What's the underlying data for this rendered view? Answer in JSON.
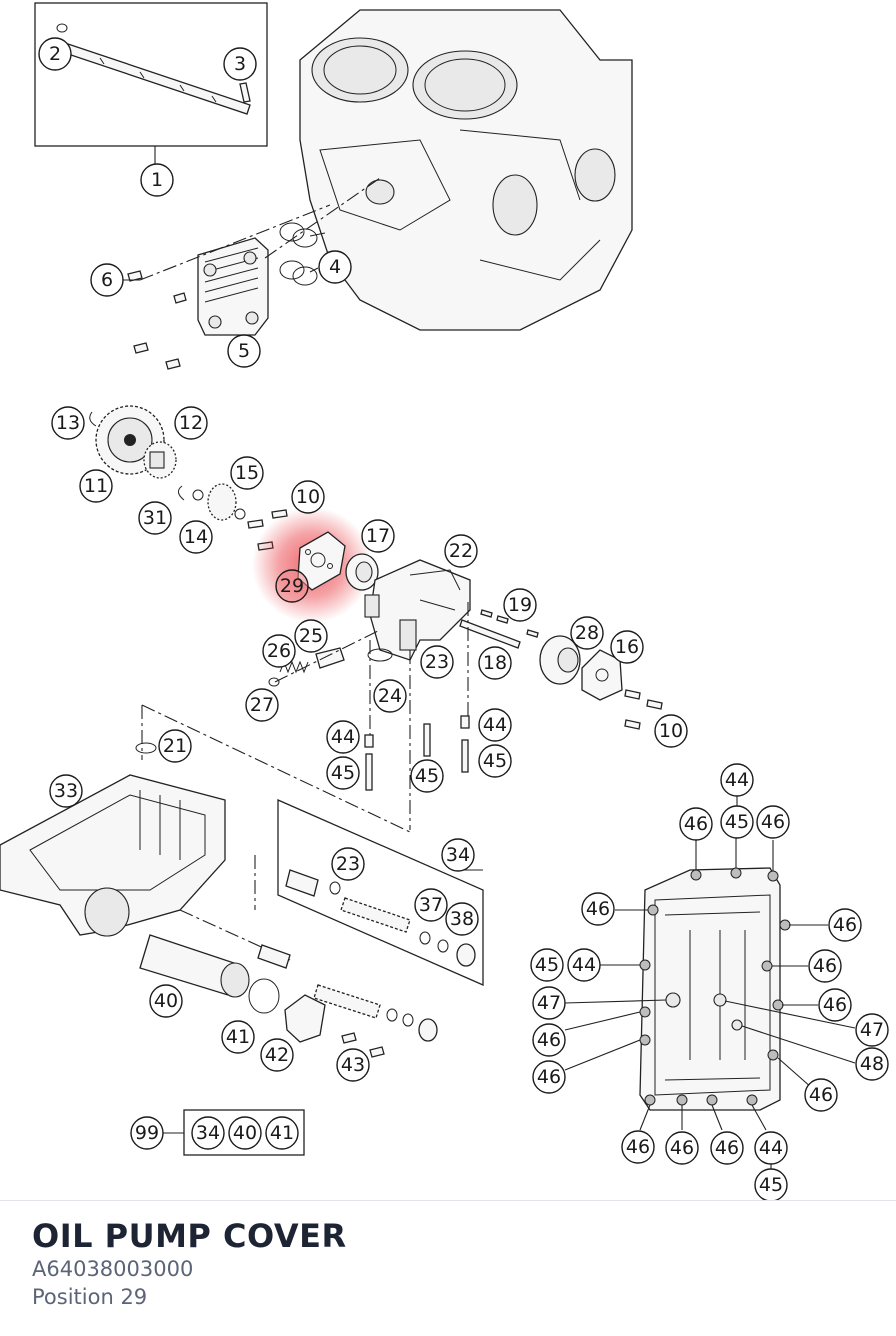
{
  "diagram": {
    "callouts_top": [
      "1",
      "2",
      "3",
      "4",
      "5",
      "6"
    ],
    "callouts_pump": [
      "13",
      "12",
      "11",
      "15",
      "31",
      "14",
      "10",
      "17",
      "22",
      "29",
      "25",
      "26",
      "27",
      "19",
      "28",
      "16",
      "18",
      "23",
      "24",
      "10",
      "44",
      "45",
      "45",
      "44",
      "45",
      "21"
    ],
    "callouts_pan": [
      "33",
      "23",
      "34",
      "37",
      "38",
      "40",
      "41",
      "42",
      "43"
    ],
    "callouts_sump": [
      "44",
      "46",
      "45",
      "46",
      "46",
      "46",
      "45",
      "44",
      "46",
      "46",
      "47",
      "47",
      "46",
      "48",
      "46",
      "46",
      "46",
      "46",
      "46",
      "44",
      "45"
    ],
    "kit": {
      "number": "99",
      "items": [
        "34",
        "40",
        "41"
      ]
    },
    "highlighted_callout": "29",
    "highlight_color": "#e8323a"
  },
  "footer": {
    "part_name": "OIL PUMP COVER",
    "part_number": "A64038003000",
    "position": "Position 29"
  }
}
